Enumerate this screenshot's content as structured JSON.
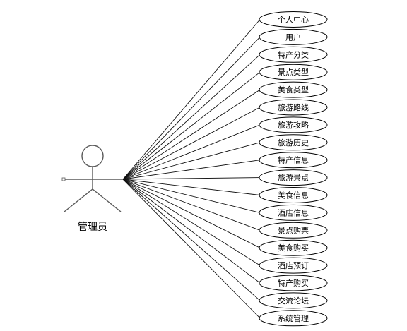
{
  "actor": {
    "label": "管理员"
  },
  "use_cases": [
    "个人中心",
    "用户",
    "特产分类",
    "景点类型",
    "美食类型",
    "旅游路线",
    "旅游攻略",
    "旅游历史",
    "特产信息",
    "旅游景点",
    "美食信息",
    "酒店信息",
    "景点购票",
    "美食购买",
    "酒店预订",
    "特产购买",
    "交流论坛",
    "系统管理"
  ]
}
